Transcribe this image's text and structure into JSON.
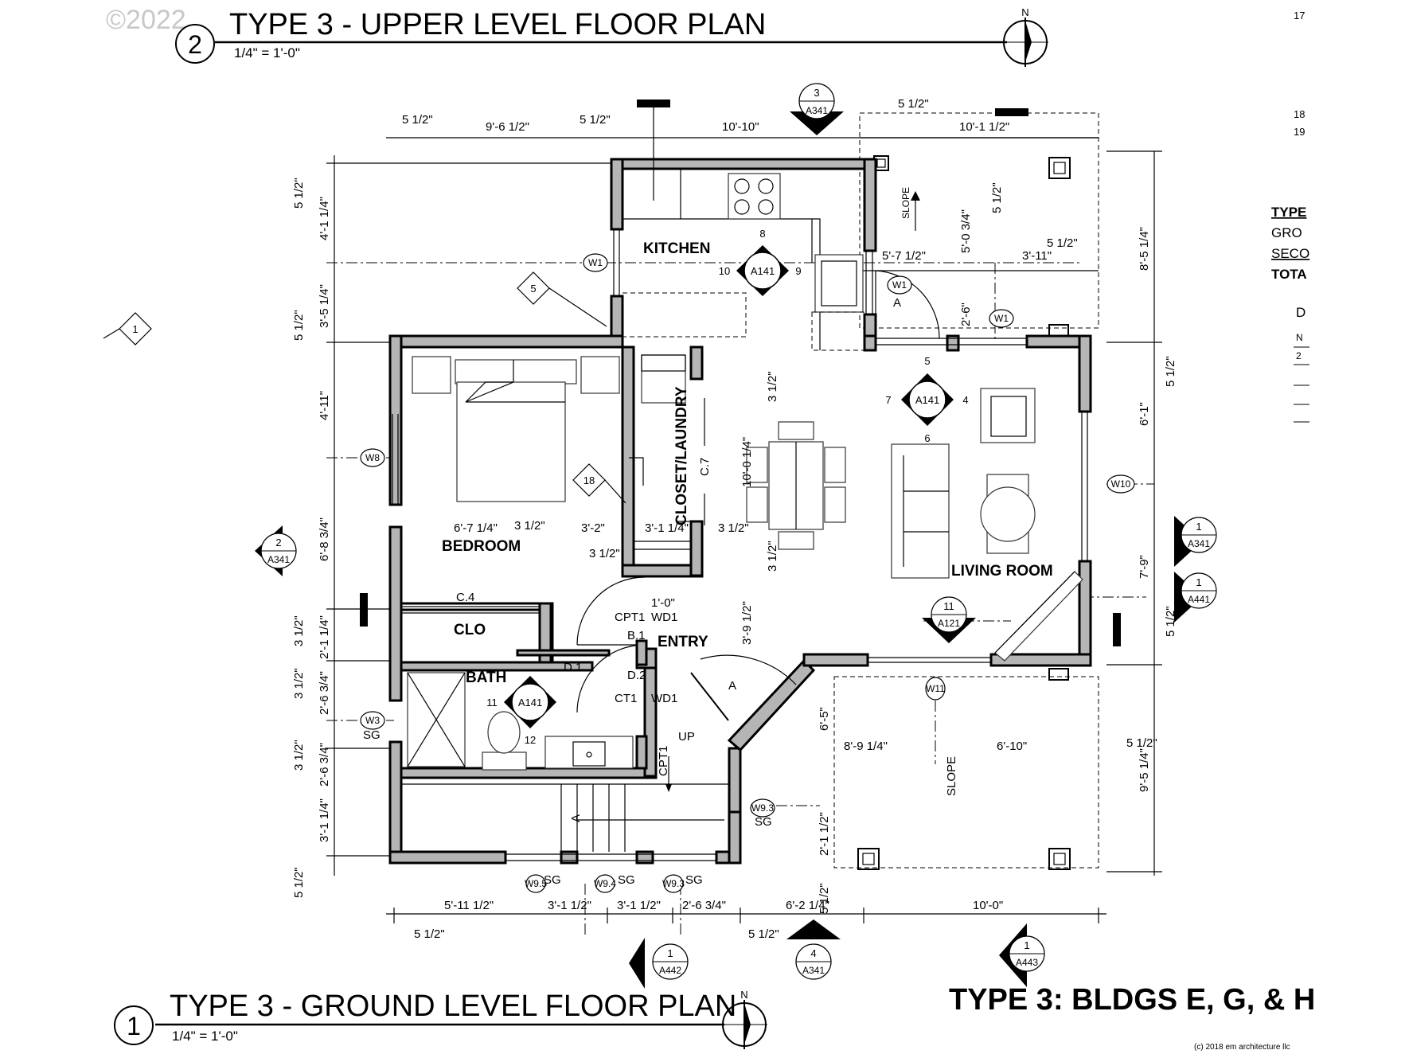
{
  "watermark": "©2022",
  "upper_plan": {
    "number": "2",
    "title": "TYPE 3 - UPPER LEVEL FLOOR PLAN",
    "scale": "1/4\" = 1'-0\"",
    "north": "N"
  },
  "ground_plan": {
    "number": "1",
    "title": "TYPE 3 - GROUND LEVEL FLOOR PLAN",
    "scale": "1/4\" = 1'-0\"",
    "north": "N"
  },
  "building_title": "TYPE 3: BLDGS  E, G, & H",
  "copyright": "(c) 2018 em architecture llc",
  "rooms": {
    "kitchen": "KITCHEN",
    "bedroom": "BEDROOM",
    "closet_laundry": "CLOSET/LAUNDRY",
    "clo": "CLO",
    "entry": "ENTRY",
    "bath": "BATH",
    "living_room": "LIVING ROOM"
  },
  "notes": {
    "slope_top": "SLOPE",
    "slope_bottom": "SLOPE",
    "up": "UP",
    "cpt1": "CPT1",
    "wd1": "WD1",
    "ct1": "CT1",
    "c7": "C.7",
    "c4": "C.4",
    "b1": "B.1",
    "d1": "D.1",
    "d2": "D.2",
    "a1": "A",
    "a2": "A",
    "a3": "A",
    "sg1": "SG",
    "sg2": "SG",
    "sg3": "SG",
    "sg4": "SG",
    "sg5": "SG",
    "one_zero": "1'-0\""
  },
  "keynotes": {
    "k5": "5",
    "k18": "18",
    "k1": "1"
  },
  "windows": {
    "w1a": "W1",
    "w1b": "W1",
    "w1c": "W1",
    "w8": "W8",
    "w3": "W3",
    "w10": "W10",
    "w11": "W11",
    "w93": "W9.3",
    "w95": "W9.5",
    "w94": "W9.4",
    "w93b": "W9.3"
  },
  "elevations": {
    "kitchen": {
      "sheet": "A141",
      "n": "8",
      "w": "10",
      "e": "9"
    },
    "living": {
      "sheet": "A141",
      "n": "5",
      "w": "7",
      "e": "4",
      "s": "6"
    },
    "bath": {
      "sheet": "A141",
      "w": "11",
      "s": "12"
    }
  },
  "sections": {
    "s3_a341": {
      "num": "3",
      "sheet": "A341"
    },
    "s2_a341": {
      "num": "2",
      "sheet": "A341"
    },
    "s1_a341": {
      "num": "1",
      "sheet": "A341"
    },
    "s1_a441": {
      "num": "1",
      "sheet": "A441"
    },
    "s11_a121": {
      "num": "11",
      "sheet": "A121"
    },
    "s1_a442": {
      "num": "1",
      "sheet": "A442"
    },
    "s4_a341": {
      "num": "4",
      "sheet": "A341"
    },
    "s1_a443": {
      "num": "1",
      "sheet": "A443"
    }
  },
  "dimensions": {
    "top": [
      "5 1/2\"",
      "9'-6 1/2\"",
      "5 1/2\"",
      "10'-10\"",
      "5 1/2\"",
      "10'-1 1/2\""
    ],
    "top_inner": [
      "5'-7 1/2\"",
      "3'-11\"",
      "5 1/2\"",
      "5'-0 3/4\"",
      "5 1/2\"",
      "2'-6\""
    ],
    "left": [
      "5 1/2\"",
      "4'-1 1/4\"",
      "3'-5 1/4\"",
      "5 1/2\"",
      "4'-11\"",
      "6'-8 3/4\"",
      "3 1/2\"",
      "2'-1 1/4\"",
      "3 1/2\"",
      "2'-6 3/4\"",
      "3 1/2\"",
      "2'-6 3/4\"",
      "3'-1 1/4\"",
      "5 1/2\""
    ],
    "right": [
      "8'-5 1/4\"",
      "5 1/2\"",
      "6'-1\"",
      "7'-9\"",
      "5 1/2\"",
      "9'-5 1/4\""
    ],
    "bottom": [
      "5'-11 1/2\"",
      "3'-1 1/2\"",
      "3'-1 1/2\"",
      "2'-6 3/4\"",
      "6'-2 1/4\"",
      "10'-0\"",
      "5 1/2\"",
      "5 1/2\""
    ],
    "interior": [
      "6'-7 1/4\"",
      "3 1/2\"",
      "3'-2\"",
      "3'-1 1/4\"",
      "3 1/2\"",
      "3 1/2\"",
      "3 1/2\"",
      "3 1/2\"",
      "10'-0 1/4\"",
      "3'-9 1/2\"",
      "6'-5\"",
      "8'-9 1/4\"",
      "6'-10\"",
      "5 1/2\"",
      "2'-1 1/2\"",
      "5 1/2\""
    ]
  },
  "side_numbers": {
    "n17": "17",
    "n18": "18",
    "n19": "19"
  },
  "side_table": {
    "head": "TYPE",
    "r1": "GRO",
    "r2": "SECO",
    "r3": "TOTA",
    "d": "D",
    "n": "N",
    "two": "2"
  }
}
